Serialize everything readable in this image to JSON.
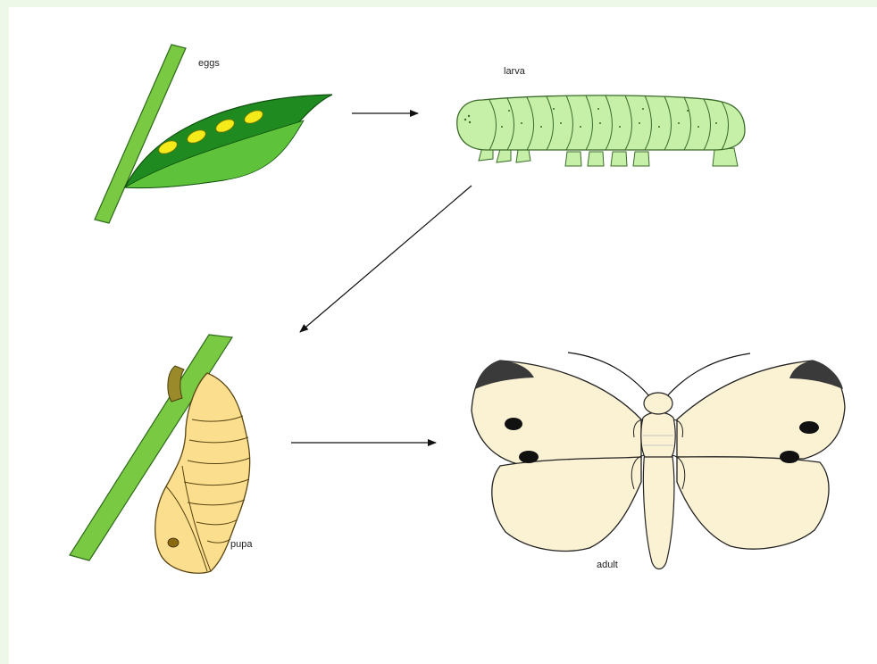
{
  "diagram": {
    "stages": [
      {
        "id": "eggs",
        "label": "eggs"
      },
      {
        "id": "larva",
        "label": "larva"
      },
      {
        "id": "pupa",
        "label": "pupa"
      },
      {
        "id": "adult",
        "label": "adult"
      }
    ],
    "transitions": [
      {
        "from": "eggs",
        "to": "larva"
      },
      {
        "from": "larva",
        "to": "pupa"
      },
      {
        "from": "pupa",
        "to": "adult"
      }
    ]
  },
  "colors": {
    "stem": "#7ac943",
    "leaf_dark": "#1f8a1f",
    "leaf_light": "#5ec33a",
    "egg": "#f5ea1a",
    "caterpillar": "#c6f0a8",
    "pupa": "#fbde8e",
    "wing": "#fbf1d3",
    "wing_tip": "#3a3a3a",
    "background": "#eef8e8"
  }
}
